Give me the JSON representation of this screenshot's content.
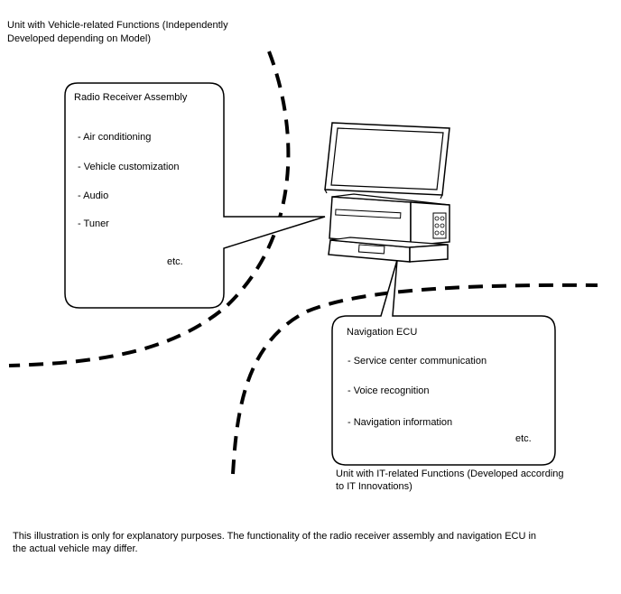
{
  "vehicle_unit_caption": {
    "line1": "Unit with Vehicle-related Functions (Independently",
    "line2": "Developed depending on Model)"
  },
  "radio_receiver": {
    "title": "Radio Receiver Assembly",
    "items": [
      "- Air conditioning",
      "- Vehicle customization",
      "- Audio",
      "- Tuner"
    ],
    "etc": "etc."
  },
  "navigation_ecu": {
    "title": "Navigation ECU",
    "items": [
      "- Service center communication",
      "- Voice recognition",
      "- Navigation information"
    ],
    "etc": "etc."
  },
  "it_unit_caption": {
    "line1": "Unit with IT-related Functions (Developed according",
    "line2": "to IT Innovations)"
  },
  "footnote": {
    "line1": "This illustration is only for explanatory purposes. The functionality of the radio receiver assembly and navigation ECU in",
    "line2": "the actual vehicle may differ."
  }
}
